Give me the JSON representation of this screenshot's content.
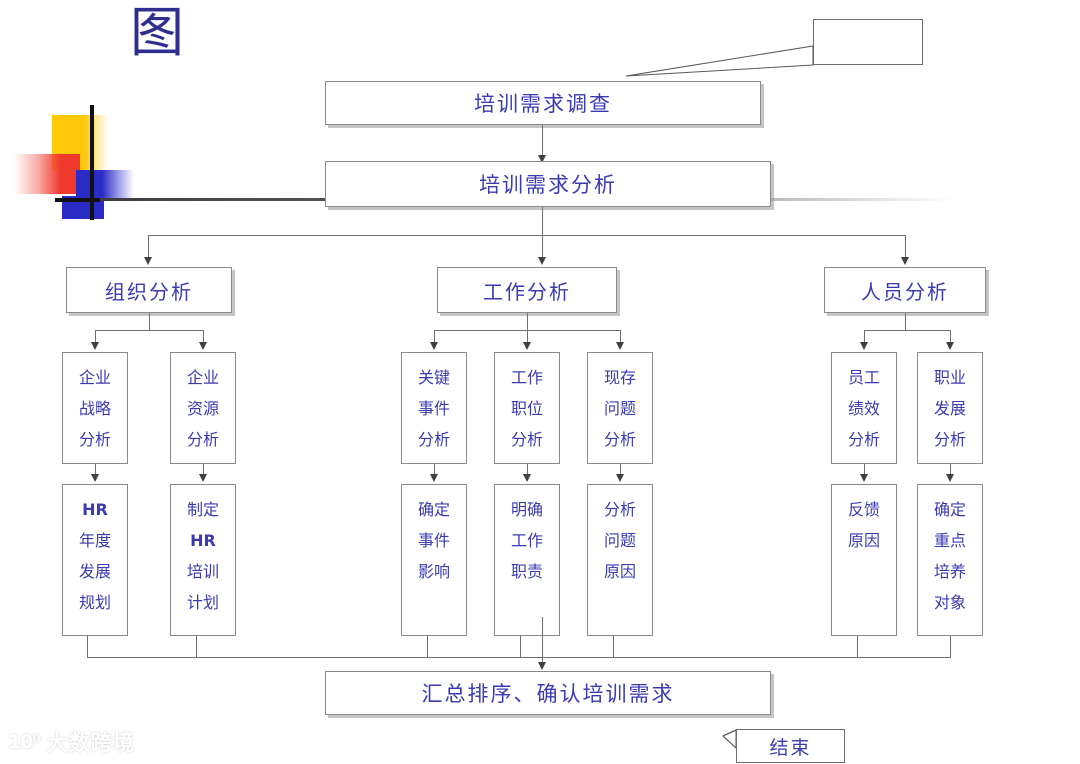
{
  "slide": {
    "title": "图",
    "text_color": "#3B3BB0",
    "box_border_color": "#8A8A8A",
    "connector_color": "#6F6F6F"
  },
  "top_callout": {
    "label": ""
  },
  "flow": {
    "level1": {
      "label": "培训需求调查"
    },
    "level2": {
      "label": "培训需求分析"
    },
    "branches": [
      {
        "label": "组织分析",
        "children": [
          {
            "top": {
              "lines": [
                "企业",
                "战略",
                "分析"
              ]
            },
            "bottom": {
              "lines": [
                "HR",
                "年度",
                "发展",
                "规划"
              ],
              "bold_lines": [
                0
              ]
            }
          },
          {
            "top": {
              "lines": [
                "企业",
                "资源",
                "分析"
              ]
            },
            "bottom": {
              "lines": [
                "制定",
                "HR",
                "培训",
                "计划"
              ],
              "bold_lines": [
                1
              ]
            }
          }
        ]
      },
      {
        "label": "工作分析",
        "children": [
          {
            "top": {
              "lines": [
                "关键",
                "事件",
                "分析"
              ]
            },
            "bottom": {
              "lines": [
                "确定",
                "事件",
                "影响"
              ],
              "bold_lines": []
            }
          },
          {
            "top": {
              "lines": [
                "工作",
                "职位",
                "分析"
              ]
            },
            "bottom": {
              "lines": [
                "明确",
                "工作",
                "职责"
              ],
              "bold_lines": []
            }
          },
          {
            "top": {
              "lines": [
                "现存",
                "问题",
                "分析"
              ]
            },
            "bottom": {
              "lines": [
                "分析",
                "问题",
                "原因"
              ],
              "bold_lines": []
            }
          }
        ]
      },
      {
        "label": "人员分析",
        "children": [
          {
            "top": {
              "lines": [
                "员工",
                "绩效",
                "分析"
              ]
            },
            "bottom": {
              "lines": [
                "反馈",
                "原因"
              ],
              "bold_lines": []
            }
          },
          {
            "top": {
              "lines": [
                "职业",
                "发展",
                "分析"
              ]
            },
            "bottom": {
              "lines": [
                "确定",
                "重点",
                "培养",
                "对象"
              ],
              "bold_lines": []
            }
          }
        ]
      }
    ],
    "summary": {
      "label": "汇总排序、确认培训需求"
    },
    "end_callout": {
      "label": "结束"
    }
  },
  "watermark": {
    "mark": "10⁰",
    "text": "大数跨境"
  }
}
